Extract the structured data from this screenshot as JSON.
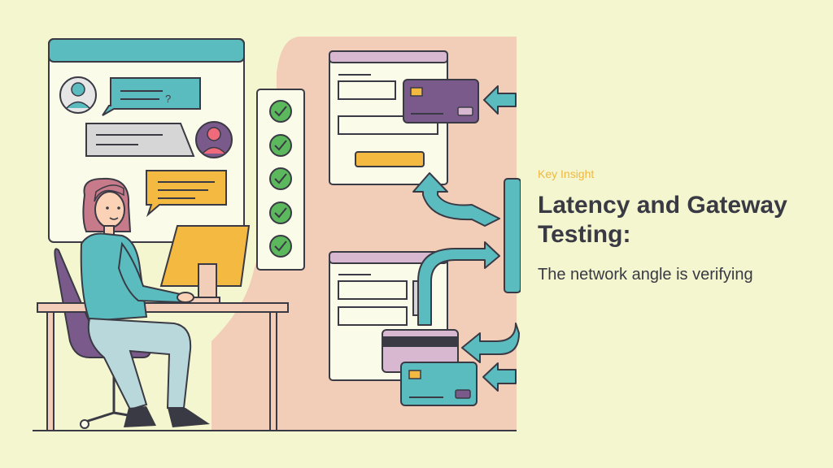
{
  "slide": {
    "eyebrow": "Key Insight",
    "title": "Latency and Gateway Testing:",
    "subtitle": "The network angle is verifying"
  },
  "illustration": {
    "chat_question_mark": "?",
    "checklist_count": 5,
    "icons": [
      "user-avatar-icon",
      "chat-bubble-icon",
      "checkmark-icon",
      "credit-card-icon",
      "arrow-icon",
      "monitor-icon"
    ]
  },
  "colors": {
    "background": "#f4f6cf",
    "teal": "#5bbcc0",
    "purple": "#7a5a8a",
    "peach": "#f2cdb8",
    "yellow": "#f4b940",
    "green": "#5cb85c",
    "accent_text": "#f0b840",
    "dark_text": "#3a3a44"
  }
}
